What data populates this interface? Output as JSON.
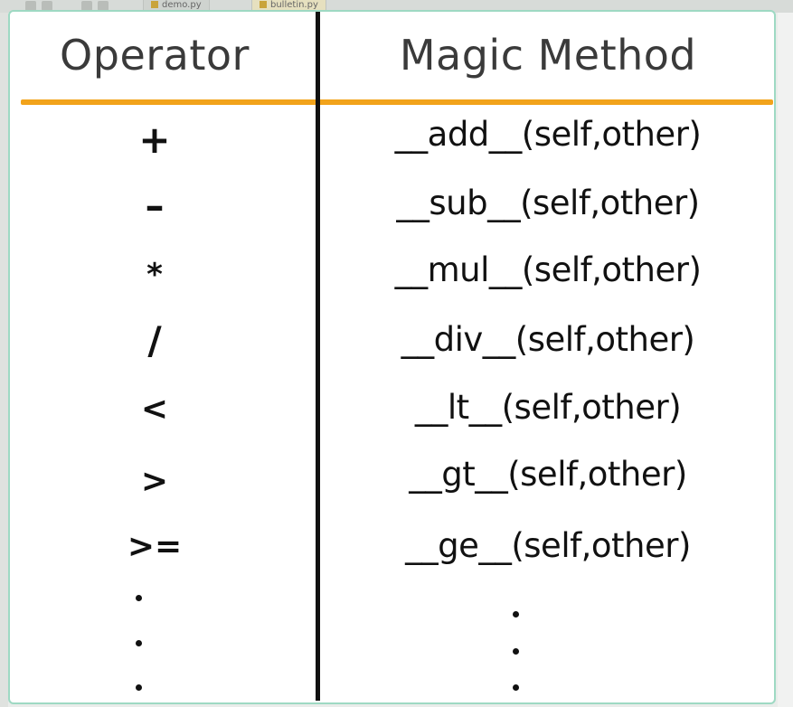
{
  "ide": {
    "tabs": [
      {
        "label": "demo.py"
      },
      {
        "label": "bulletin.py"
      }
    ]
  },
  "table": {
    "headers": {
      "operator": "Operator",
      "method": "Magic Method"
    },
    "rows": [
      {
        "operator": "+",
        "method": "__add__(self,other)"
      },
      {
        "operator": "–",
        "method": "__sub__(self,other)"
      },
      {
        "operator": "*",
        "method": "__mul__(self,other)"
      },
      {
        "operator": "/",
        "method": "__div__(self,other)"
      },
      {
        "operator": "<",
        "method": "__lt__(self,other)"
      },
      {
        "operator": ">",
        "method": "__gt__(self,other)"
      },
      {
        "operator": ">=",
        "method": "__ge__(self,other)"
      }
    ],
    "continuation": "…"
  },
  "colors": {
    "panel_border": "#9ed9c3",
    "header_rule": "#f2a31b",
    "column_rule": "#111111",
    "header_text": "#3a3a3a"
  }
}
